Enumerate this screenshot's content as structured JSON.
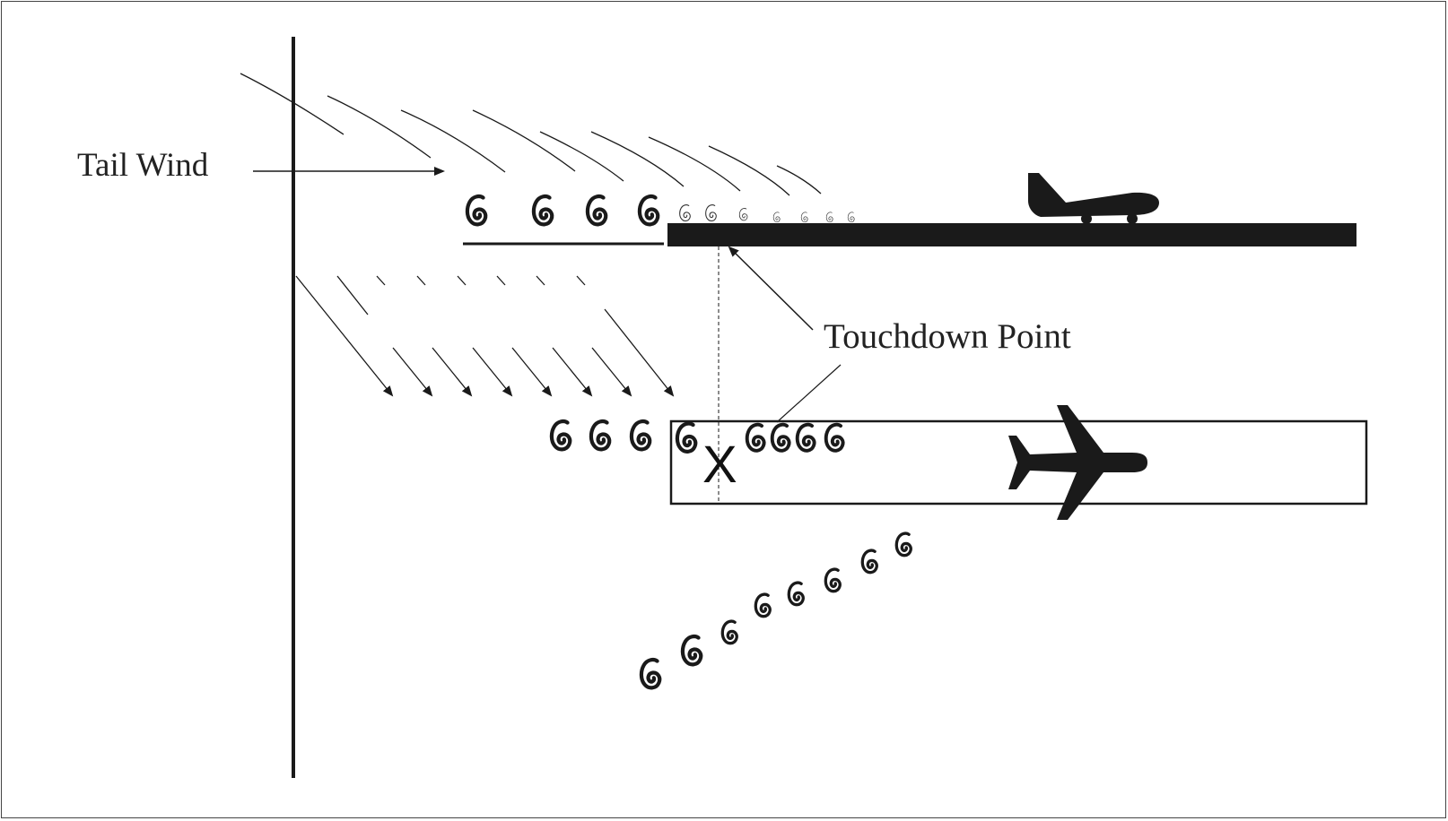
{
  "labels": {
    "tail_wind": "Tail Wind",
    "touchdown_point": "Touchdown Point",
    "touchdown_marker": "X"
  },
  "colors": {
    "ink": "#1a1a1a",
    "light_ink": "#555555",
    "background": "#ffffff"
  },
  "icons": {
    "vortex": "vortex-swirl-icon",
    "side_airplane": "side-view-airplane-icon",
    "top_airplane": "top-view-airplane-icon"
  }
}
